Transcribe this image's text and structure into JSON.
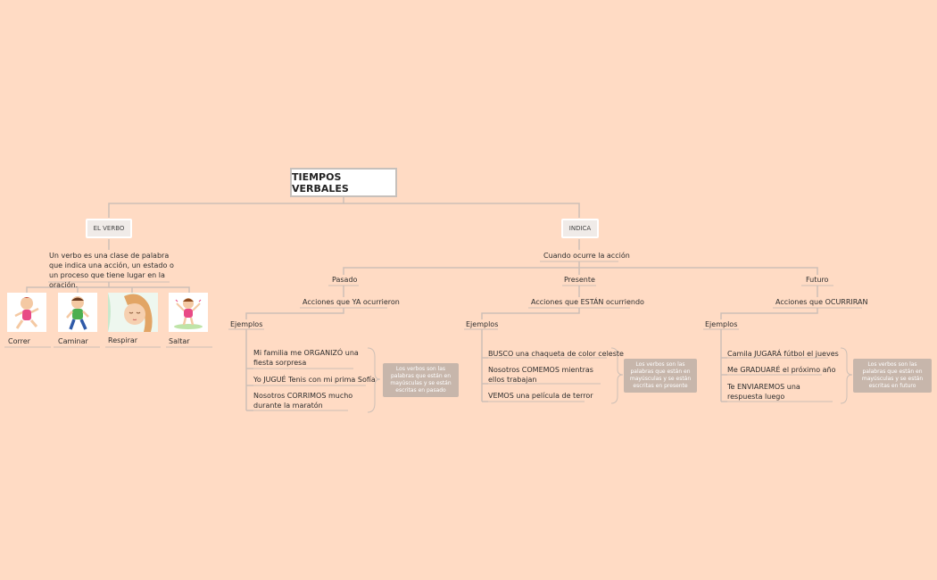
{
  "title": "TIEMPOS VERBALES",
  "left": {
    "heading": "EL VERBO",
    "definition": "Un verbo es una clase de palabra que indica una acción, un estado o un proceso que tiene lugar en la oración.",
    "examples": [
      "Correr",
      "Caminar",
      "Respirar",
      "Saltar"
    ]
  },
  "right": {
    "heading": "INDICA",
    "subtitle": "Cuando ocurre la acción",
    "tenses": [
      {
        "name": "Pasado",
        "desc": "Acciones que YA ocurrieron",
        "examples_label": "Ejemplos",
        "examples": [
          "Mi familia me ORGANIZÓ una fiesta sorpresa",
          "Yo JUGUÉ Tenis con mi prima Sofía",
          "Nosotros CORRIMOS mucho durante la maratón"
        ],
        "note": "Los verbos son las palabras que están en mayúsculas y se están escritas en pasado"
      },
      {
        "name": "Presente",
        "desc": "Acciones que ESTÁN ocurriendo",
        "examples_label": "Ejemplos",
        "examples": [
          "BUSCO una chaqueta de color celeste",
          "Nosotros COMEMOS mientras ellos trabajan",
          "VEMOS una película de terror"
        ],
        "note": "Los verbos son las palabras que están en mayúsculas y se están escritas en presente"
      },
      {
        "name": "Futuro",
        "desc": "Acciones que OCURRIRAN",
        "examples_label": "Ejemplos",
        "examples": [
          "Camila JUGARÁ fútbol el jueves",
          "Me GRADUARÉ el próximo año",
          "Te ENVIAREMOS una respuesta luego"
        ],
        "note": "Los verbos son las palabras que están en mayúsculas y se están escritas en futuro"
      }
    ]
  }
}
